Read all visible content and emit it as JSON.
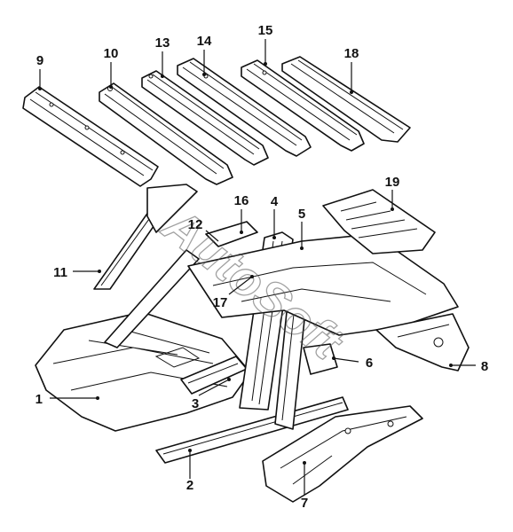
{
  "callouts": {
    "c1": "1",
    "c2": "2",
    "c3": "3",
    "c4": "4",
    "c5": "5",
    "c6": "6",
    "c7": "7",
    "c8": "8",
    "c9": "9",
    "c10": "10",
    "c11": "11",
    "c12": "12",
    "c13": "13",
    "c14": "14",
    "c15": "15",
    "c16": "16",
    "c17": "17",
    "c18": "18",
    "c19": "19"
  },
  "watermark": "AutoSoft"
}
